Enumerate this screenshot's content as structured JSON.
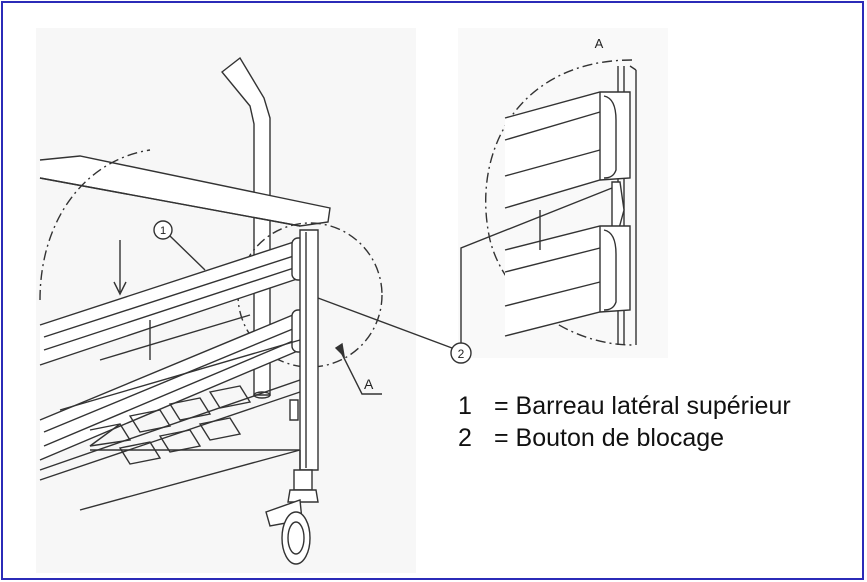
{
  "diagram": {
    "callout_1": "1",
    "callout_2": "2",
    "detail_label_top": "A",
    "detail_label_main": "A"
  },
  "legend": {
    "items": [
      {
        "number": "1",
        "text": "= Barreau latéral supérieur"
      },
      {
        "number": "2",
        "text": "= Bouton de blocage"
      }
    ]
  },
  "colors": {
    "frame_border": "#2b2bb8",
    "line": "#333333"
  }
}
